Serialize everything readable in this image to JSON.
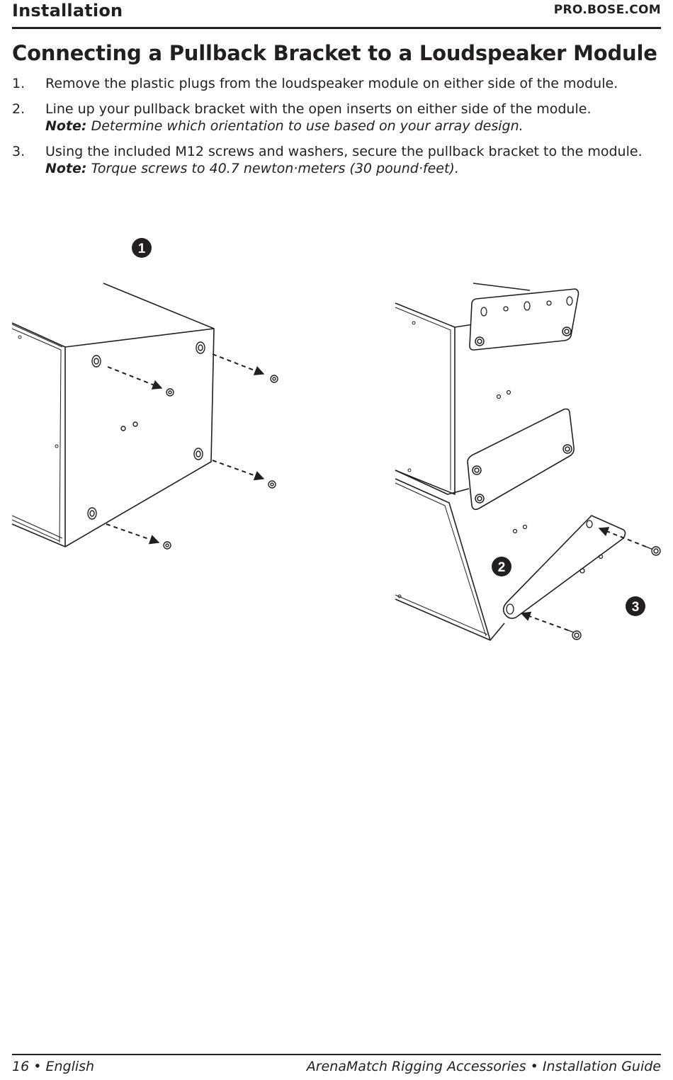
{
  "header": {
    "section": "Installation",
    "site": "PRO.BOSE.COM"
  },
  "title": "Connecting a Pullback Bracket to a Loudspeaker Module",
  "steps": [
    {
      "number": "1.",
      "text": "Remove the plastic plugs from the loudspeaker module on either side of the module.",
      "note_label": "",
      "note_text": ""
    },
    {
      "number": "2.",
      "text": "Line up your pullback bracket with the open inserts on either side of the module.",
      "note_label": "Note:",
      "note_text": "Determine which orientation to use based on your array design."
    },
    {
      "number": "3.",
      "text": "Using the included M12 screws and washers, secure the pullback bracket to the module.",
      "note_label": "Note:",
      "note_text": "Torque screws to 40.7 newton·meters (30 pound·feet)."
    }
  ],
  "figure": {
    "callouts": [
      "1",
      "2",
      "3"
    ]
  },
  "footer": {
    "left": "16 • English",
    "right": "ArenaMatch Rigging Accessories • Installation Guide"
  }
}
